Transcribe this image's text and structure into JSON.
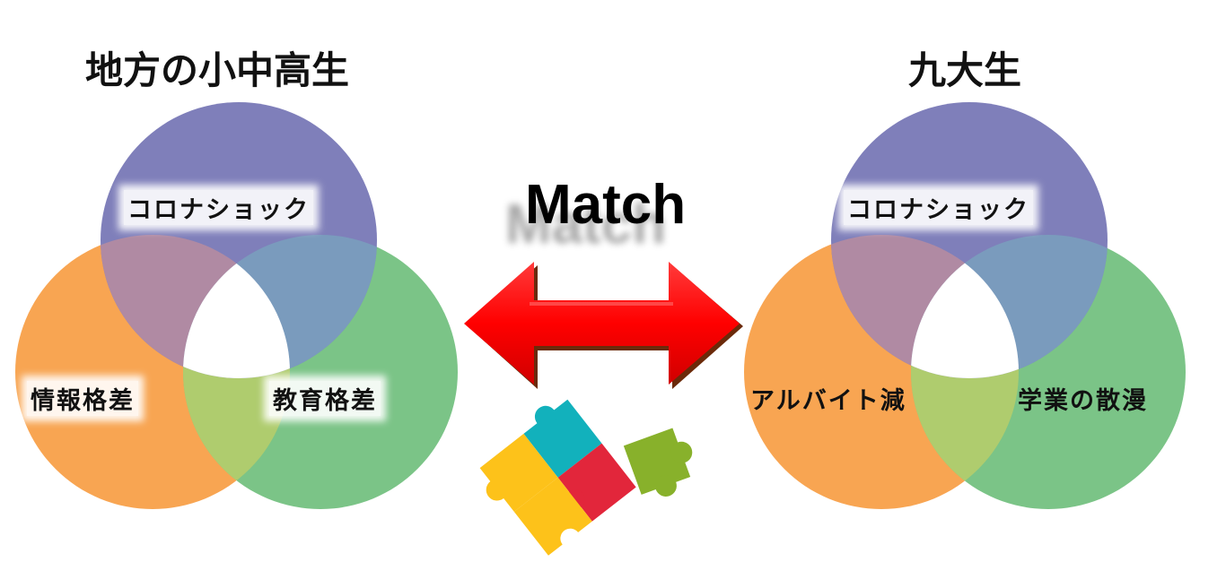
{
  "left": {
    "title": "地方の小中高生",
    "circles": [
      "コロナショック",
      "情報格差",
      "教育格差"
    ]
  },
  "right": {
    "title": "九大生",
    "circles": [
      "コロナショック",
      "アルバイト減",
      "学業の散漫"
    ]
  },
  "center": {
    "label": "Match",
    "arrow_icon": "double-arrow",
    "puzzle_icon": "puzzle-pieces"
  },
  "colors": {
    "purple": "#7f7fba",
    "orange": "#f8a552",
    "green": "#7bc487",
    "purple_orange": "#b08aa3",
    "purple_green": "#7a9bbd",
    "orange_green": "#afcc6e",
    "arrow": "#ff0000"
  }
}
